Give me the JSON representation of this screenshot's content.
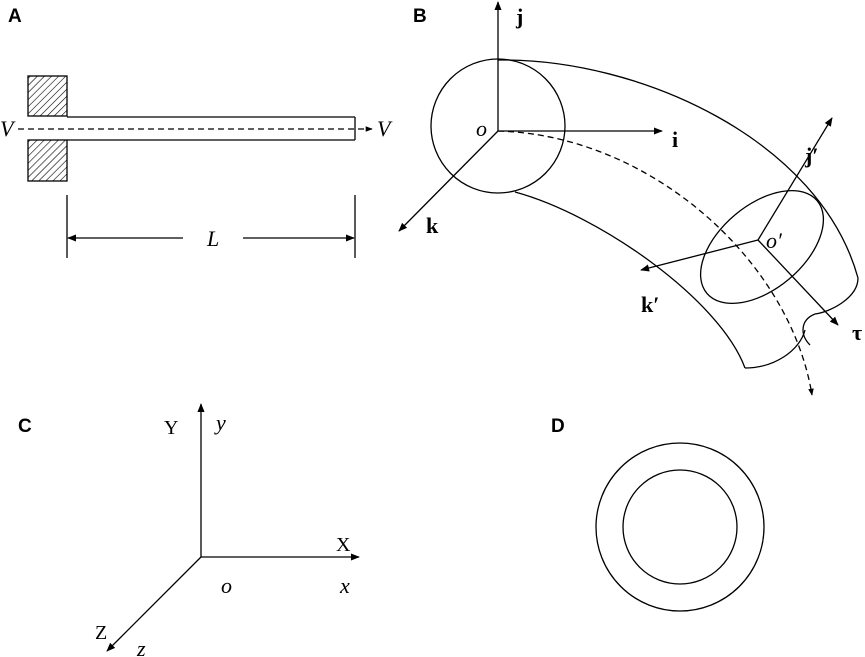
{
  "panels": {
    "a": "A",
    "b": "B",
    "c": "C",
    "d": "D"
  },
  "panel_a": {
    "velocity_in": "V",
    "velocity_out": "V",
    "length": "L"
  },
  "panel_b": {
    "j": "j",
    "i": "i",
    "k": "k",
    "origin": "o",
    "j_prime": "j′",
    "k_prime": "k′",
    "origin_prime": "o′",
    "tau": "τ"
  },
  "panel_c": {
    "Y": "Y",
    "y": "y",
    "X": "X",
    "x": "x",
    "Z": "Z",
    "z": "z",
    "origin": "o"
  }
}
